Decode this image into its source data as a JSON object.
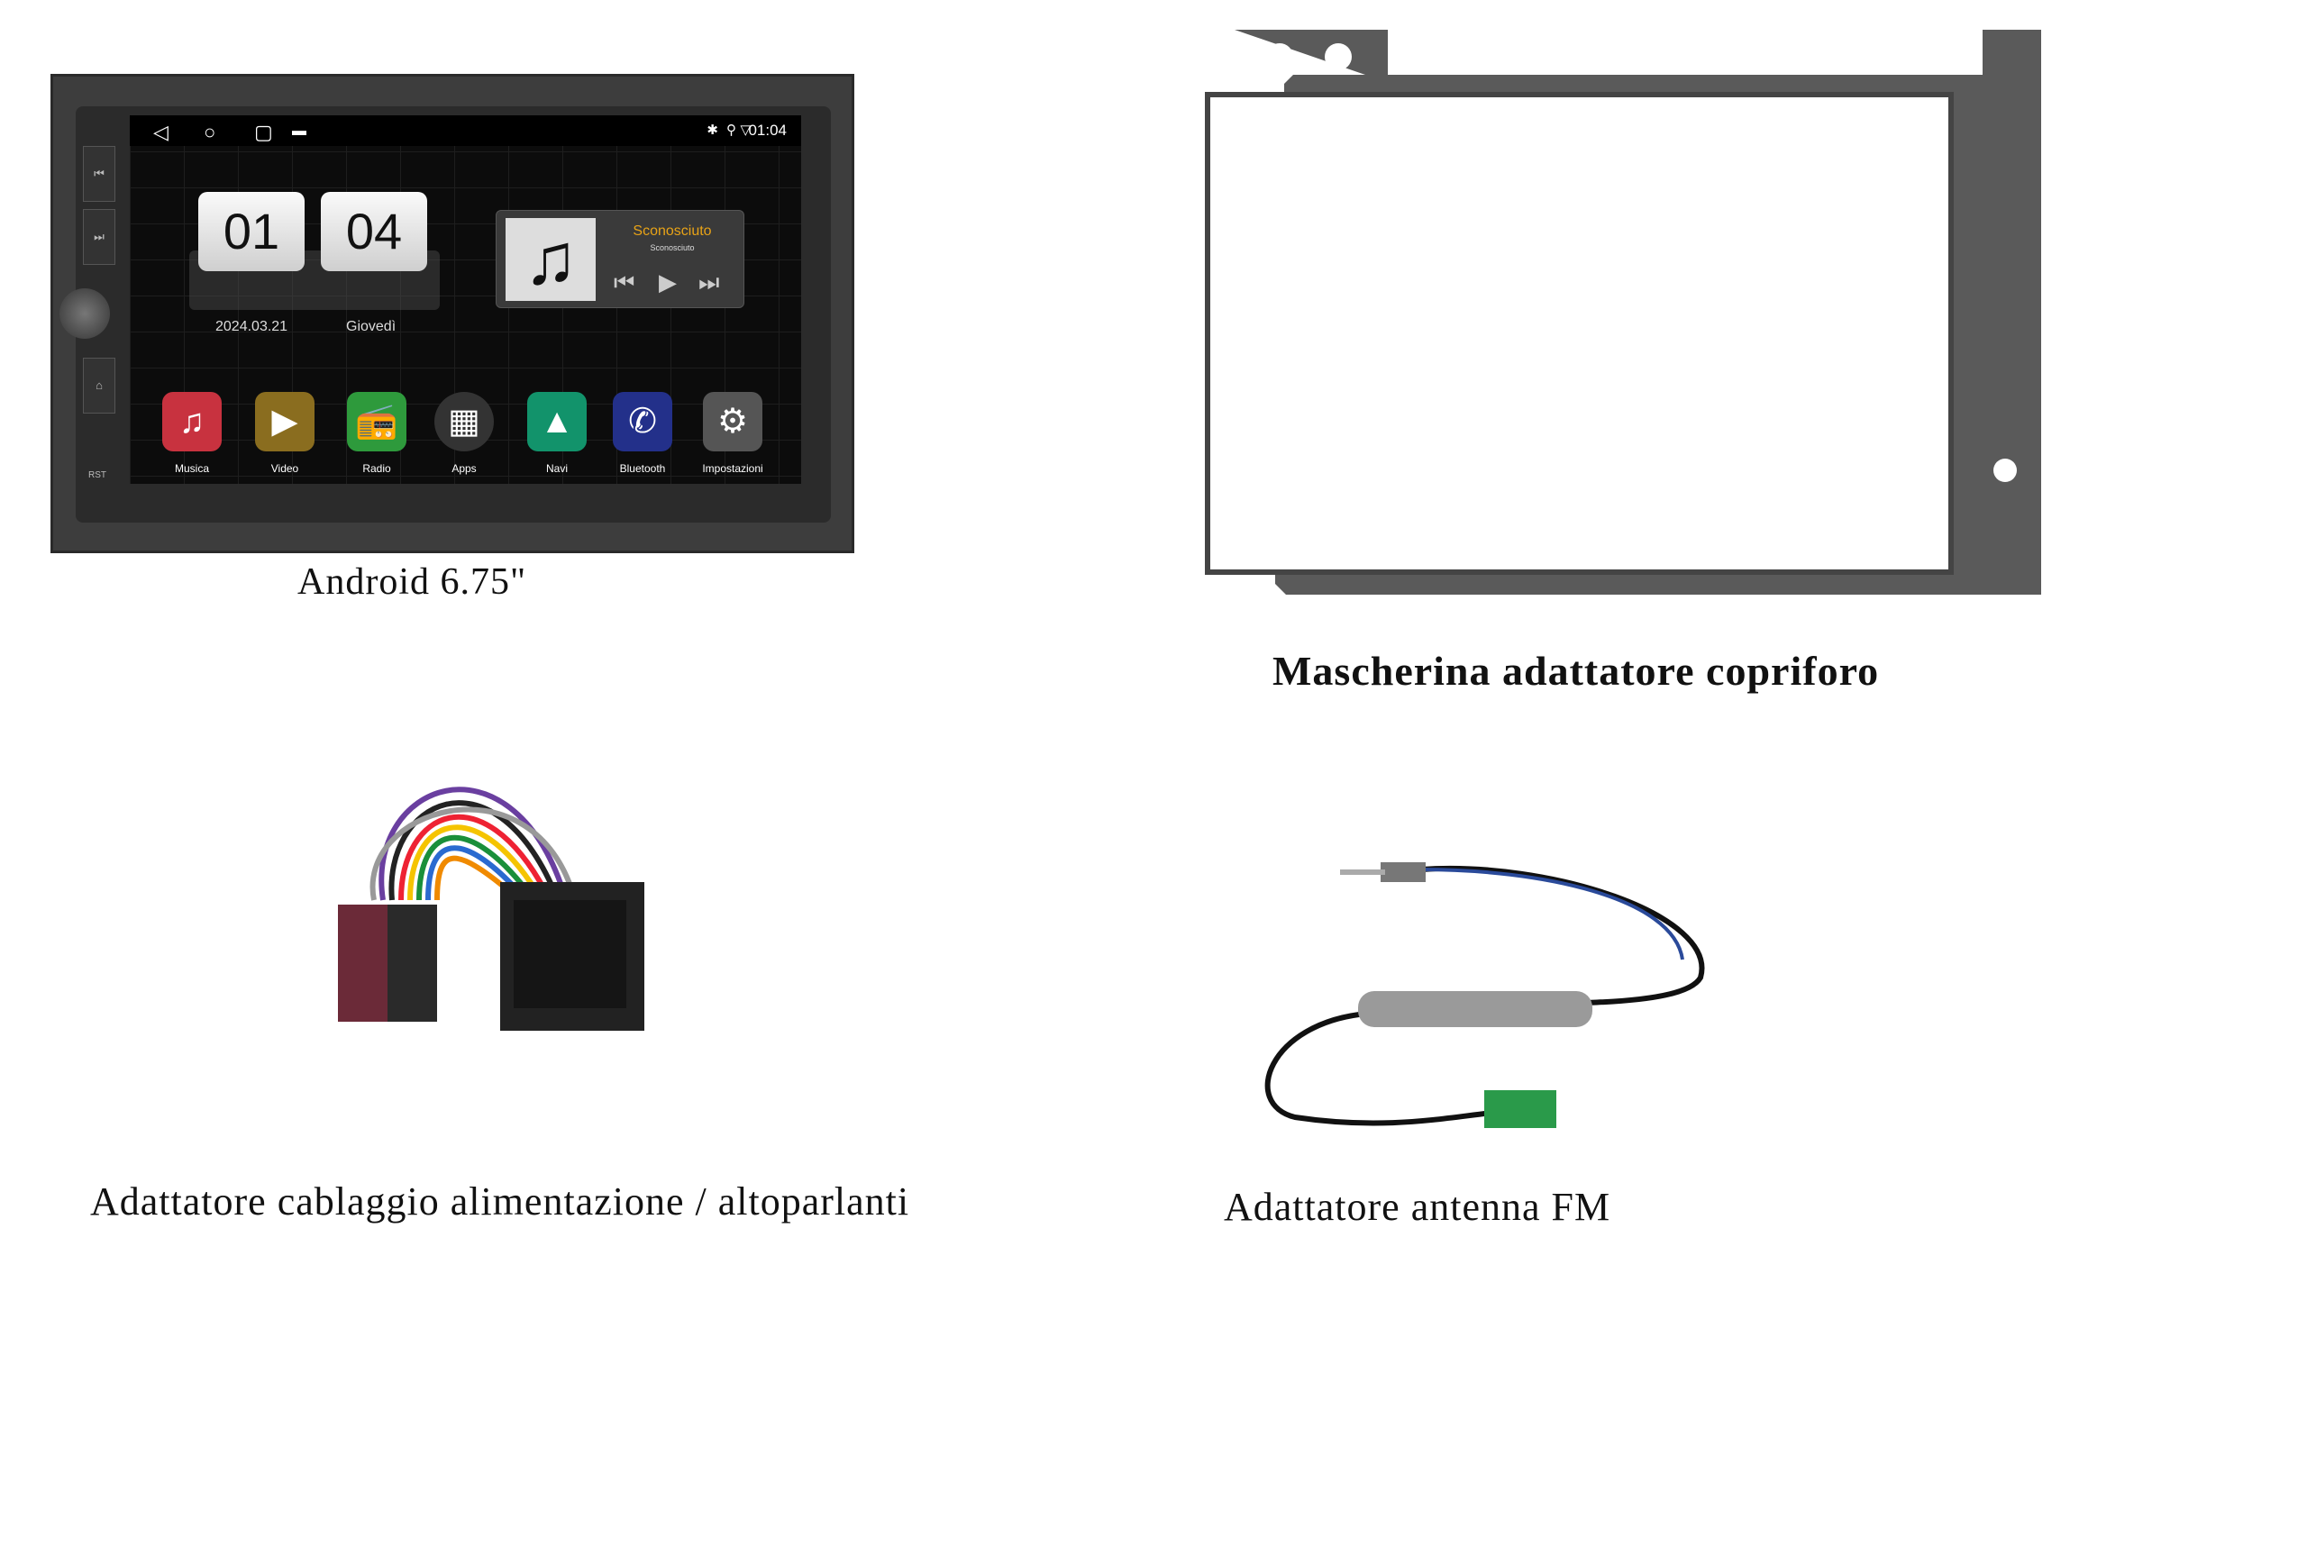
{
  "products": [
    {
      "caption": "Android 6.75\""
    },
    {
      "caption": "Mascherina adattatore copriforo"
    },
    {
      "caption": "Adattatore cablaggio alimentazione / altoparlanti"
    },
    {
      "caption": "Adattatore antenna FM"
    }
  ],
  "screen": {
    "time": "01:04",
    "status_icons": [
      "bluetooth-icon",
      "location-icon",
      "wifi-icon"
    ],
    "clock": {
      "hour": "01",
      "minute": "04",
      "date": "2024.03.21",
      "day": "Giovedì"
    },
    "music": {
      "title": "Sconosciuto",
      "artist": "Sconosciuto",
      "title_color": "#e8a317"
    },
    "apps": [
      {
        "label": "Musica",
        "color": "#c8323f",
        "icon": "♫"
      },
      {
        "label": "Video",
        "color": "#8a6d1f",
        "icon": "▶"
      },
      {
        "label": "Radio",
        "color": "#2e9a3c",
        "icon": "📻"
      },
      {
        "label": "Apps",
        "color": "#333333",
        "icon": "▦"
      },
      {
        "label": "Navi",
        "color": "#12936b",
        "icon": "▲"
      },
      {
        "label": "Bluetooth",
        "color": "#23308a",
        "icon": "✆"
      },
      {
        "label": "Impostazioni",
        "color": "#555555",
        "icon": "⚙"
      }
    ],
    "side_label": "RST"
  }
}
